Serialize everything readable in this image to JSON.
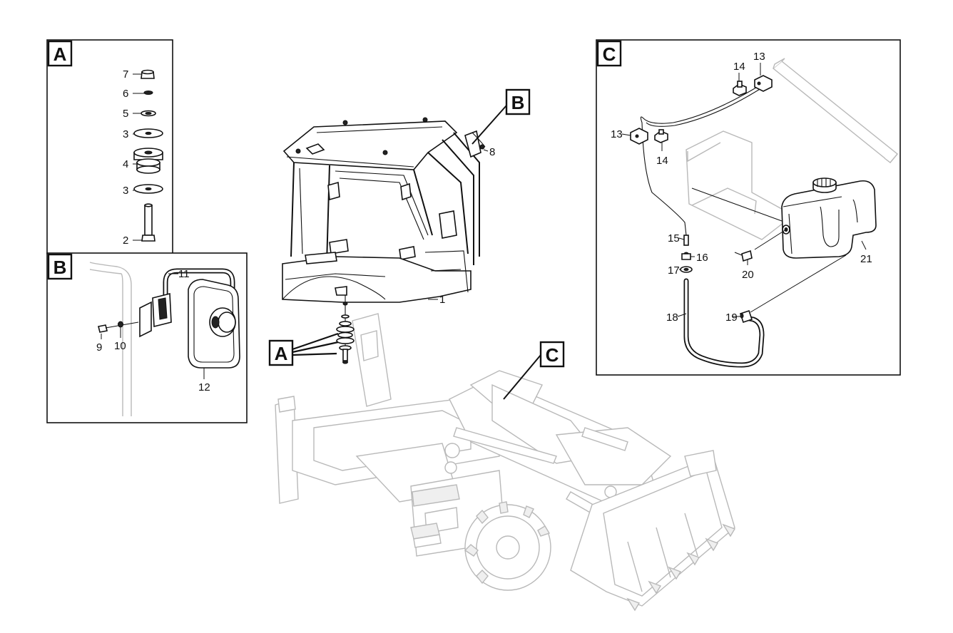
{
  "detail_tags": {
    "a": "A",
    "b": "B",
    "c": "C"
  },
  "callouts": {
    "p1": "1",
    "p2": "2",
    "p3a": "3",
    "p3b": "3",
    "p4": "4",
    "p5": "5",
    "p6": "6",
    "p7": "7",
    "p8": "8",
    "p9": "9",
    "p10": "10",
    "p11": "11",
    "p12": "12",
    "p13a": "13",
    "p13b": "13",
    "p14a": "14",
    "p14b": "14",
    "p15": "15",
    "p16": "16",
    "p17": "17",
    "p18": "18",
    "p19": "19",
    "p20": "20",
    "p21": "21"
  },
  "colors": {
    "line": "#111111",
    "ghost_line": "#b9b9b9",
    "background": "#ffffff"
  }
}
